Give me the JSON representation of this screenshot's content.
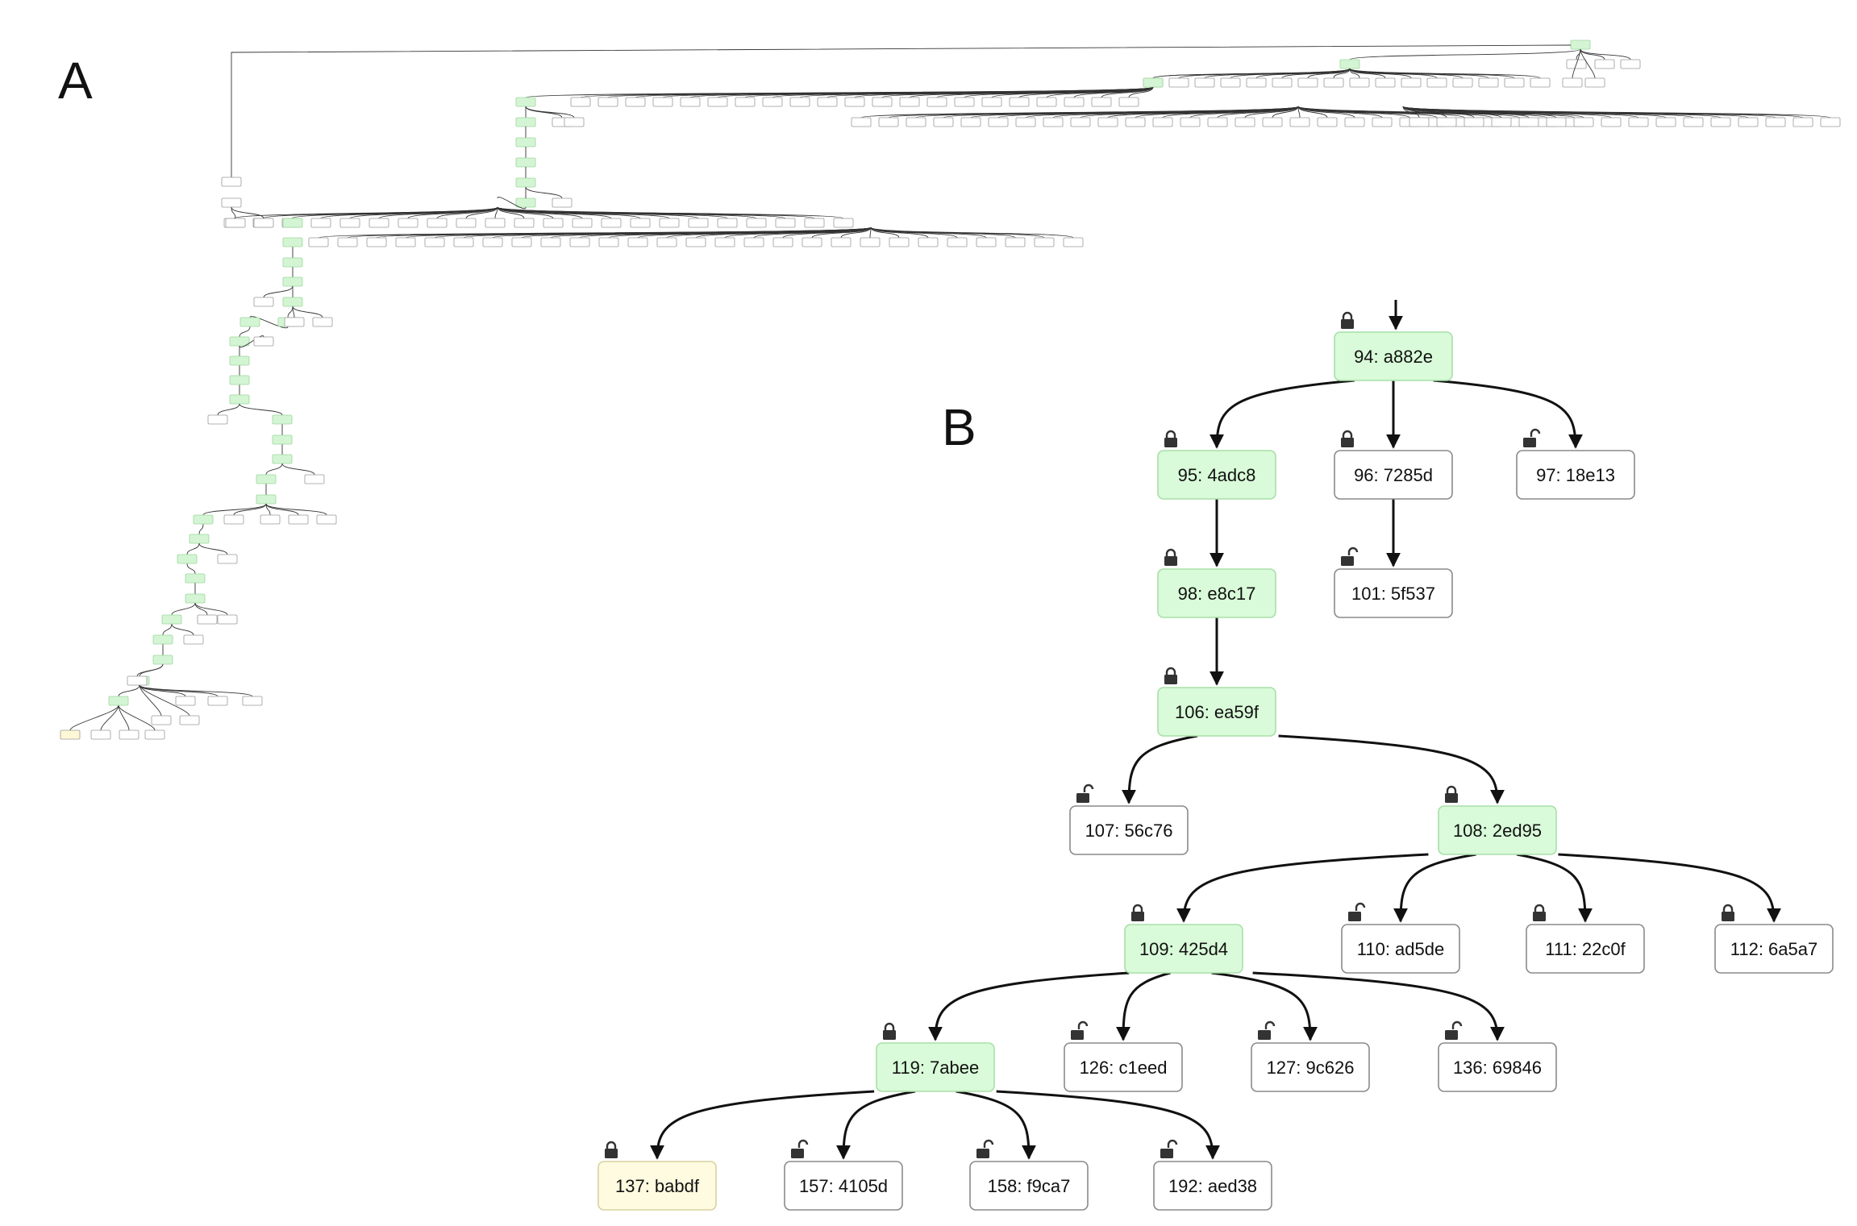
{
  "panels": {
    "a_label": "A",
    "b_label": "B"
  },
  "colors": {
    "path_fill": "#d9fbd9",
    "plain_fill": "#ffffff",
    "target_fill": "#fffbe0",
    "edge": "#111111"
  },
  "tree_b": {
    "nodes": [
      {
        "id": "94",
        "label": "94: a882e",
        "kind": "path",
        "lock": "locked"
      },
      {
        "id": "95",
        "label": "95: 4adc8",
        "kind": "path",
        "lock": "locked"
      },
      {
        "id": "96",
        "label": "96: 7285d",
        "kind": "plain",
        "lock": "locked"
      },
      {
        "id": "97",
        "label": "97: 18e13",
        "kind": "plain",
        "lock": "unlocked"
      },
      {
        "id": "98",
        "label": "98: e8c17",
        "kind": "path",
        "lock": "locked"
      },
      {
        "id": "101",
        "label": "101: 5f537",
        "kind": "plain",
        "lock": "unlocked"
      },
      {
        "id": "106",
        "label": "106: ea59f",
        "kind": "path",
        "lock": "locked"
      },
      {
        "id": "107",
        "label": "107: 56c76",
        "kind": "plain",
        "lock": "unlocked"
      },
      {
        "id": "108",
        "label": "108: 2ed95",
        "kind": "path",
        "lock": "locked"
      },
      {
        "id": "109",
        "label": "109: 425d4",
        "kind": "path",
        "lock": "locked"
      },
      {
        "id": "110",
        "label": "110: ad5de",
        "kind": "plain",
        "lock": "unlocked"
      },
      {
        "id": "111",
        "label": "111: 22c0f",
        "kind": "plain",
        "lock": "locked"
      },
      {
        "id": "112",
        "label": "112: 6a5a7",
        "kind": "plain",
        "lock": "locked"
      },
      {
        "id": "119",
        "label": "119: 7abee",
        "kind": "path",
        "lock": "locked"
      },
      {
        "id": "126",
        "label": "126: c1eed",
        "kind": "plain",
        "lock": "unlocked"
      },
      {
        "id": "127",
        "label": "127: 9c626",
        "kind": "plain",
        "lock": "unlocked"
      },
      {
        "id": "136",
        "label": "136: 69846",
        "kind": "plain",
        "lock": "unlocked"
      },
      {
        "id": "137",
        "label": "137: babdf",
        "kind": "target",
        "lock": "locked"
      },
      {
        "id": "157",
        "label": "157: 4105d",
        "kind": "plain",
        "lock": "unlocked"
      },
      {
        "id": "158",
        "label": "158: f9ca7",
        "kind": "plain",
        "lock": "unlocked"
      },
      {
        "id": "192",
        "label": "192: aed38",
        "kind": "plain",
        "lock": "unlocked"
      }
    ],
    "edges": [
      [
        "94",
        "95"
      ],
      [
        "94",
        "96"
      ],
      [
        "94",
        "97"
      ],
      [
        "95",
        "98"
      ],
      [
        "96",
        "101"
      ],
      [
        "98",
        "106"
      ],
      [
        "106",
        "107"
      ],
      [
        "106",
        "108"
      ],
      [
        "108",
        "109"
      ],
      [
        "108",
        "110"
      ],
      [
        "108",
        "111"
      ],
      [
        "108",
        "112"
      ],
      [
        "109",
        "119"
      ],
      [
        "109",
        "126"
      ],
      [
        "109",
        "127"
      ],
      [
        "109",
        "136"
      ],
      [
        "119",
        "137"
      ],
      [
        "119",
        "157"
      ],
      [
        "119",
        "158"
      ],
      [
        "119",
        "192"
      ]
    ]
  }
}
